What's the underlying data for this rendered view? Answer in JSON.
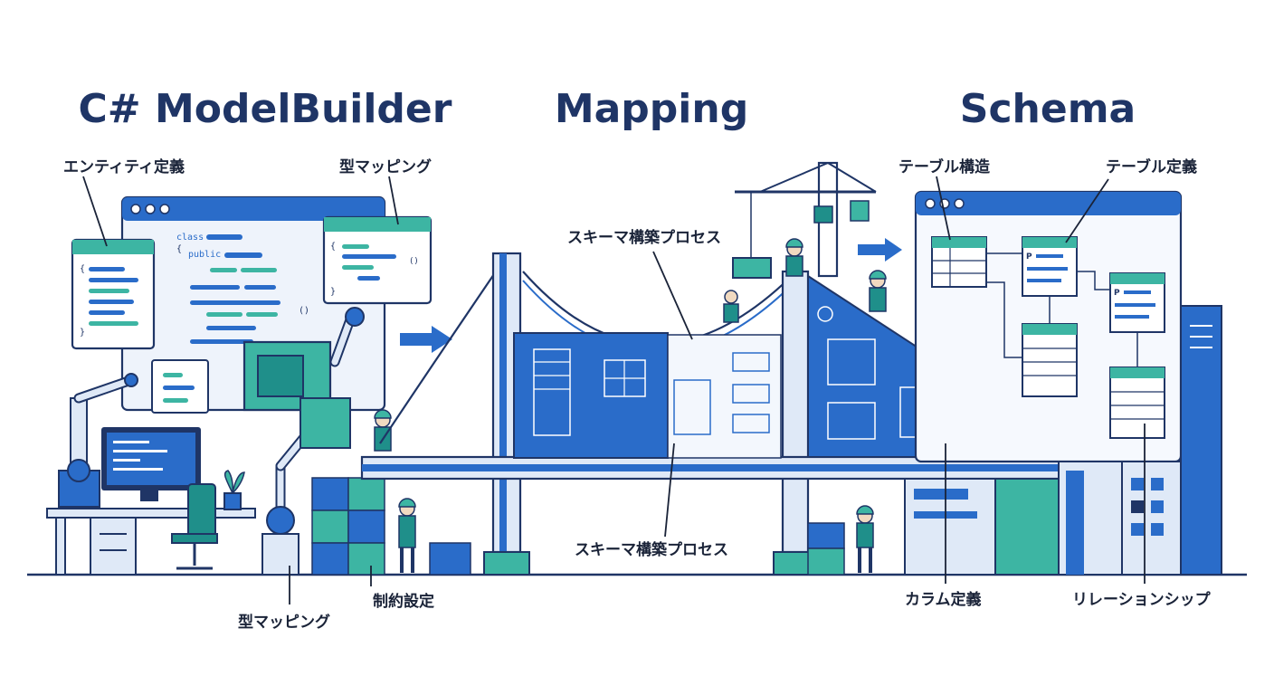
{
  "titles": {
    "modelbuilder": "C# ModelBuilder",
    "mapping": "Mapping",
    "schema": "Schema"
  },
  "labels": {
    "entity_def": "エンティティ定義",
    "type_mapping_top": "型マッピング",
    "type_mapping_bottom": "型マッピング",
    "constraints": "制約設定",
    "schema_process_top": "スキーマ構築プロセス",
    "schema_process_bottom": "スキーマ構築プロセス",
    "table_structure": "テーブル構造",
    "table_def": "テーブル定義",
    "column_def": "カラム定義",
    "relationship": "リレーションシップ"
  },
  "code": {
    "class_kw": "class",
    "brace_open": "{",
    "public_kw": "public",
    "paren": "()",
    "brace_close": "}",
    "pk_marker": "P"
  },
  "colors": {
    "navy": "#1f3566",
    "blue": "#2a6cc9",
    "light_blue": "#dfe9f7",
    "teal": "#3db5a3",
    "dark_teal": "#1f8f8a"
  }
}
